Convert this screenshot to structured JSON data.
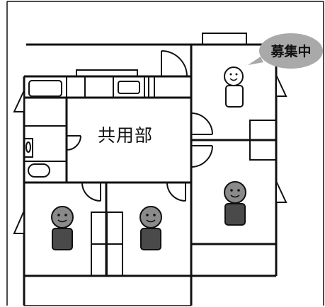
{
  "labels": {
    "common_area": "共用部",
    "recruiting": "募集中"
  },
  "rooms": [
    {
      "id": "room-top-right",
      "status": "vacant"
    },
    {
      "id": "room-right-middle",
      "status": "occupied"
    },
    {
      "id": "room-bottom-left",
      "status": "occupied"
    },
    {
      "id": "room-bottom-middle",
      "status": "occupied"
    }
  ],
  "colors": {
    "wall": "#111111",
    "occupied_head": "#8a8a8a",
    "occupied_body": "#4a4a4a",
    "vacant_figure": "#ffffff",
    "bubble": "#a9a9a9"
  }
}
